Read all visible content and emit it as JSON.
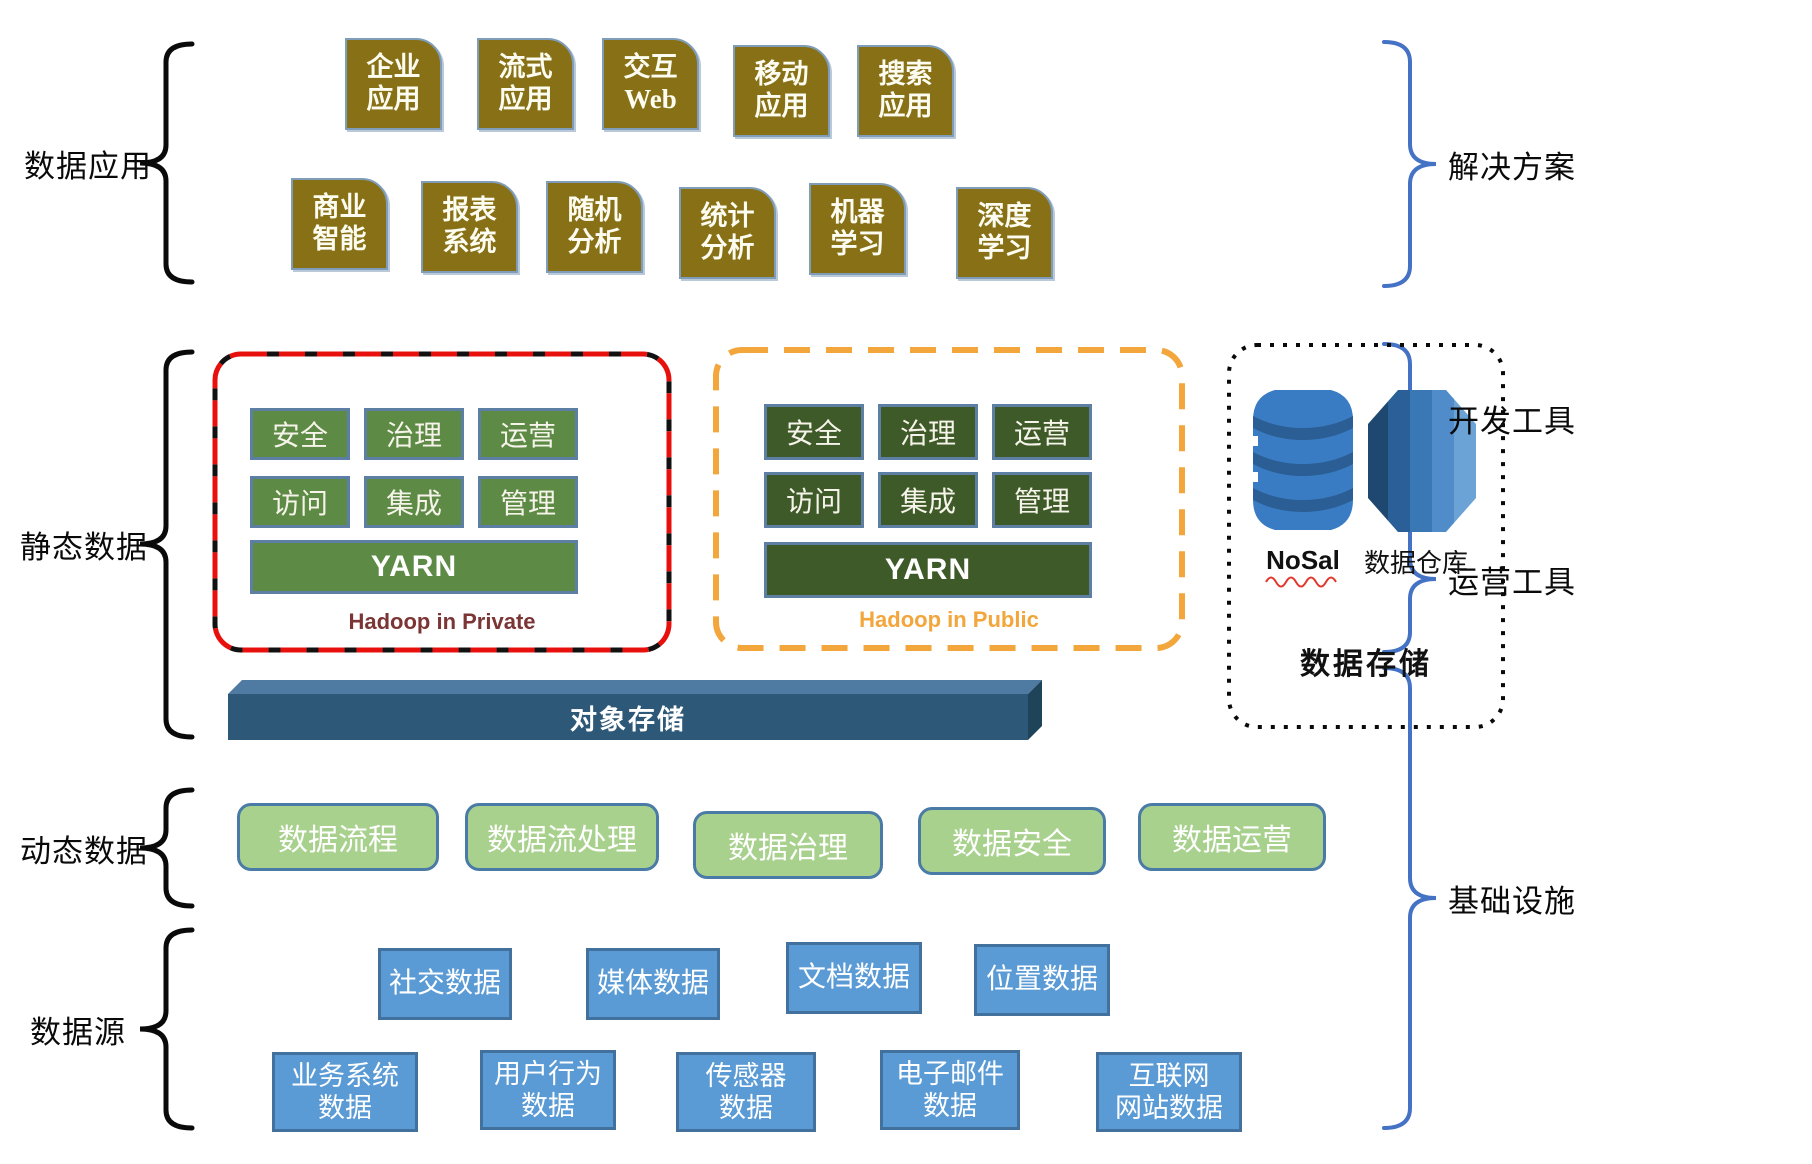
{
  "colors": {
    "accent_red": "#e8100c",
    "accent_orange": "#F2A63C",
    "olive": "#877016",
    "green_private": "#5d8a44",
    "green_public": "#3E5A28",
    "bar_blue": "#2E5878",
    "bar_blue_top": "#4f7ba3",
    "bar_blue_side": "#1f4358",
    "light_green": "#A9D18E",
    "data_blue": "#5B9BD5",
    "brace_blue": "#4472C4",
    "maroon": "#7B3535"
  },
  "left_labels": [
    {
      "label": "数据应用"
    },
    {
      "label": "静态数据"
    },
    {
      "label": "动态数据"
    },
    {
      "label": "数据源"
    }
  ],
  "right_labels": [
    {
      "label": "解决方案"
    },
    {
      "label": "开发工具"
    },
    {
      "label": "运营工具"
    },
    {
      "label": "基础设施"
    }
  ],
  "app_row1": [
    {
      "l1": "企业",
      "l2": "应用"
    },
    {
      "l1": "流式",
      "l2": "应用"
    },
    {
      "l1": "交互",
      "l2": "Web"
    },
    {
      "l1": "移动",
      "l2": "应用"
    },
    {
      "l1": "搜索",
      "l2": "应用"
    }
  ],
  "app_row2": [
    {
      "l1": "商业",
      "l2": "智能"
    },
    {
      "l1": "报表",
      "l2": "系统"
    },
    {
      "l1": "随机",
      "l2": "分析"
    },
    {
      "l1": "统计",
      "l2": "分析"
    },
    {
      "l1": "机器",
      "l2": "学习"
    },
    {
      "l1": "深度",
      "l2": "学习"
    }
  ],
  "hadoop_private": {
    "cells": [
      "安全",
      "治理",
      "运营",
      "访问",
      "集成",
      "管理"
    ],
    "yarn": "YARN",
    "caption": "Hadoop in Private"
  },
  "hadoop_public": {
    "cells": [
      "安全",
      "治理",
      "运营",
      "访问",
      "集成",
      "管理"
    ],
    "yarn": "YARN",
    "caption": "Hadoop in Public"
  },
  "storage_box": {
    "nosql_label": "NoSal",
    "warehouse_label": "数据仓库",
    "caption": "数据存储"
  },
  "object_storage": {
    "label": "对象存储"
  },
  "process_row": [
    "数据流程",
    "数据流处理",
    "数据治理",
    "数据安全",
    "数据运营"
  ],
  "source_row1": [
    "社交数据",
    "媒体数据",
    "文档数据",
    "位置数据"
  ],
  "source_row2": [
    {
      "l1": "业务系统",
      "l2": "数据"
    },
    {
      "l1": "用户行为",
      "l2": "数据"
    },
    {
      "l1": "传感器",
      "l2": "数据"
    },
    {
      "l1": "电子邮件",
      "l2": "数据"
    },
    {
      "l1": "互联网",
      "l2": "网站数据"
    }
  ]
}
